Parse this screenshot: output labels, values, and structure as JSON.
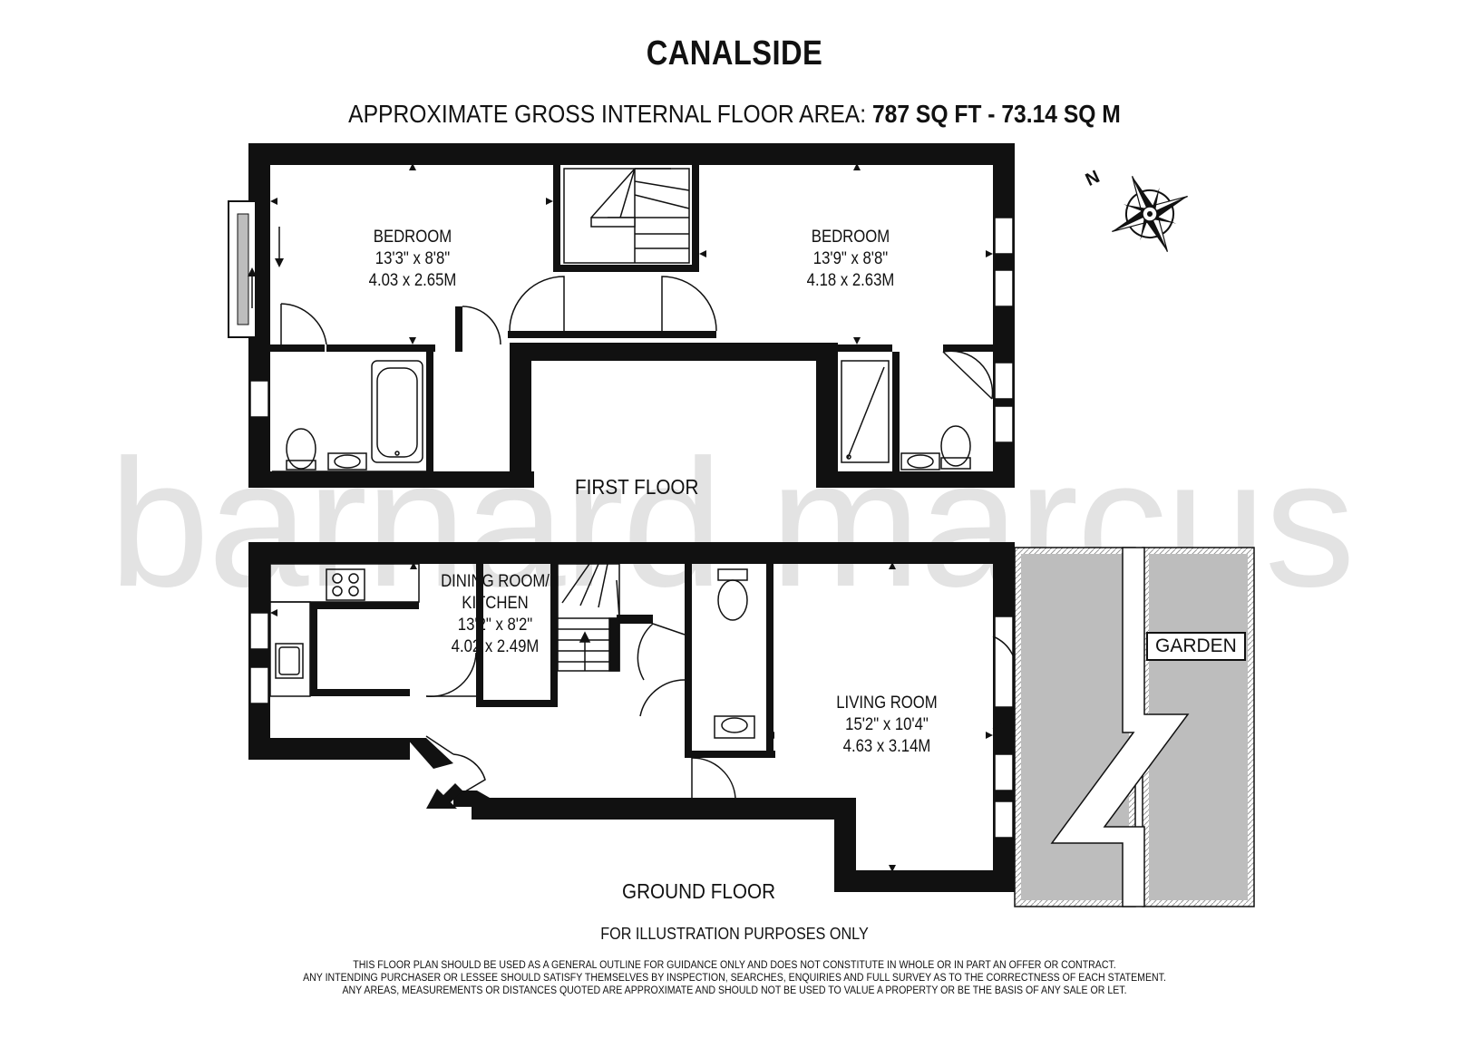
{
  "plan": {
    "title": "CANALSIDE",
    "area_prefix": "APPROXIMATE GROSS INTERNAL FLOOR AREA:",
    "area_values": "787 SQ FT  -  73.14 SQ M"
  },
  "watermark": "barnard marcus",
  "compass": {
    "north_label": "N"
  },
  "first_floor": {
    "label": "FIRST FLOOR",
    "rooms": [
      {
        "name": "BEDROOM",
        "size_imperial": "13'3\" x 8'8\"",
        "size_metric": "4.03 x 2.65M"
      },
      {
        "name": "BEDROOM",
        "size_imperial": "13'9\" x 8'8\"",
        "size_metric": "4.18 x 2.63M"
      }
    ]
  },
  "ground_floor": {
    "label": "GROUND FLOOR",
    "rooms": [
      {
        "name_line1": "DINING ROOM/",
        "name_line2": "KITCHEN",
        "size_imperial": "13'2\" x 8'2\"",
        "size_metric": "4.02 x 2.49M"
      },
      {
        "name": "LIVING ROOM",
        "size_imperial": "15'2\" x 10'4\"",
        "size_metric": "4.63 x 3.14M"
      }
    ],
    "garden_label": "GARDEN"
  },
  "footer": {
    "illustration_note": "FOR ILLUSTRATION PURPOSES ONLY",
    "disclaimer_1": "THIS FLOOR PLAN SHOULD BE USED AS A GENERAL OUTLINE FOR GUIDANCE ONLY AND DOES NOT CONSTITUTE IN WHOLE OR IN PART AN OFFER OR CONTRACT.",
    "disclaimer_2": "ANY INTENDING PURCHASER OR LESSEE SHOULD SATISFY THEMSELVES BY INSPECTION, SEARCHES, ENQUIRIES AND FULL SURVEY AS TO THE CORRECTNESS OF EACH STATEMENT.",
    "disclaimer_3": "ANY AREAS, MEASUREMENTS OR DISTANCES QUOTED ARE APPROXIMATE AND SHOULD NOT BE USED TO VALUE A PROPERTY OR BE THE BASIS OF ANY SALE OR LET."
  },
  "colors": {
    "wall": "#111111",
    "garden_fill": "#bdbdbd",
    "watermark": "#e3e3e3"
  }
}
